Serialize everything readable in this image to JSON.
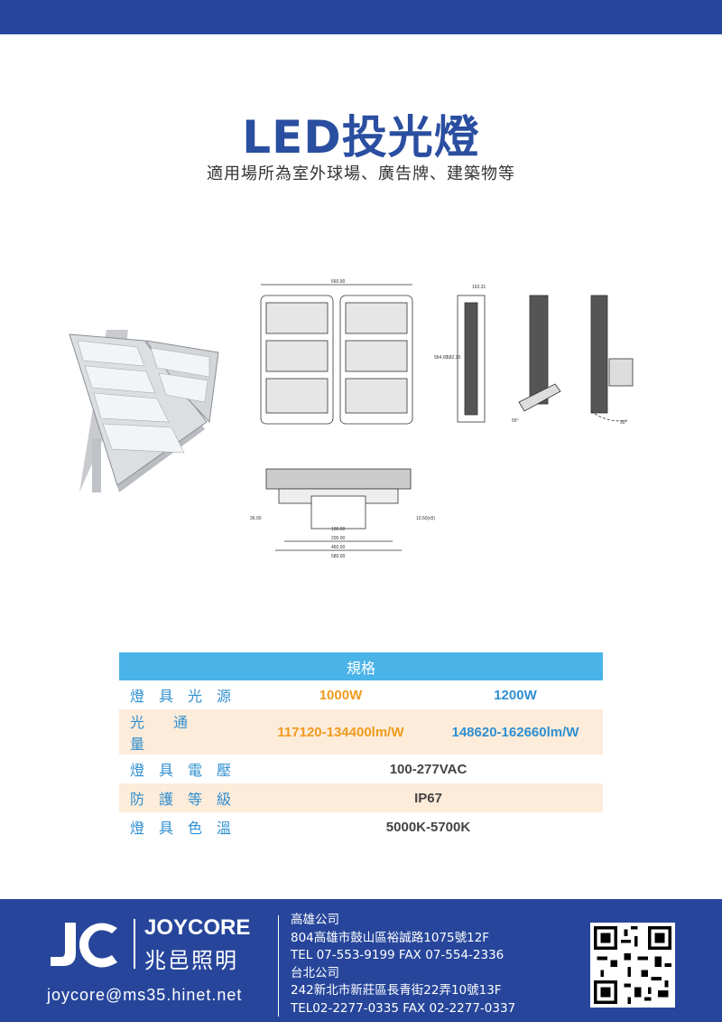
{
  "title": "LED投光燈",
  "subtitle": "適用場所為室外球場、廣告牌、建築物等",
  "drawing": {
    "front_width": "660.90",
    "side_depth": "163.31",
    "height_outer": "564.00",
    "height_inner": "582.20",
    "angle_1": "55°",
    "angle_2": "90°",
    "side_h": "36.00",
    "dim_100": "100.00",
    "dim_200": "200.00",
    "dim_460": "460.00",
    "dim_580": "580.00",
    "bracket_h": "10.50(x5)"
  },
  "spec": {
    "header": "規格",
    "rows": [
      {
        "label": "燈具光源",
        "v1": "1000W",
        "v2": "1200W"
      },
      {
        "label": "光通量",
        "v1": "117120-134400lm/W",
        "v2": "148620-162660lm/W"
      },
      {
        "label": "燈具電壓",
        "v": "100-277VAC"
      },
      {
        "label": "防護等級",
        "v": "IP67"
      },
      {
        "label": "燈具色溫",
        "v": "5000K-5700K"
      }
    ]
  },
  "footer": {
    "brand_en": "JOYCORE",
    "brand_zh": "兆邑照明",
    "email": "joycore@ms35.hinet.net",
    "kaohsiung_name": "高雄公司",
    "kaohsiung_addr": "804高雄市鼓山區裕誠路1075號12F",
    "kaohsiung_tel": "TEL 07-553-9199  FAX 07-554-2336",
    "taipei_name": "台北公司",
    "taipei_addr": "242新北市新莊區長青街22弄10號13F",
    "taipei_tel": "TEL02-2277-0335 FAX 02-2277-0337"
  },
  "colors": {
    "brand_blue": "#27469b",
    "table_blue": "#4ab3e8",
    "accent_orange": "#f09a1e",
    "row_tint": "#fdecd9"
  }
}
